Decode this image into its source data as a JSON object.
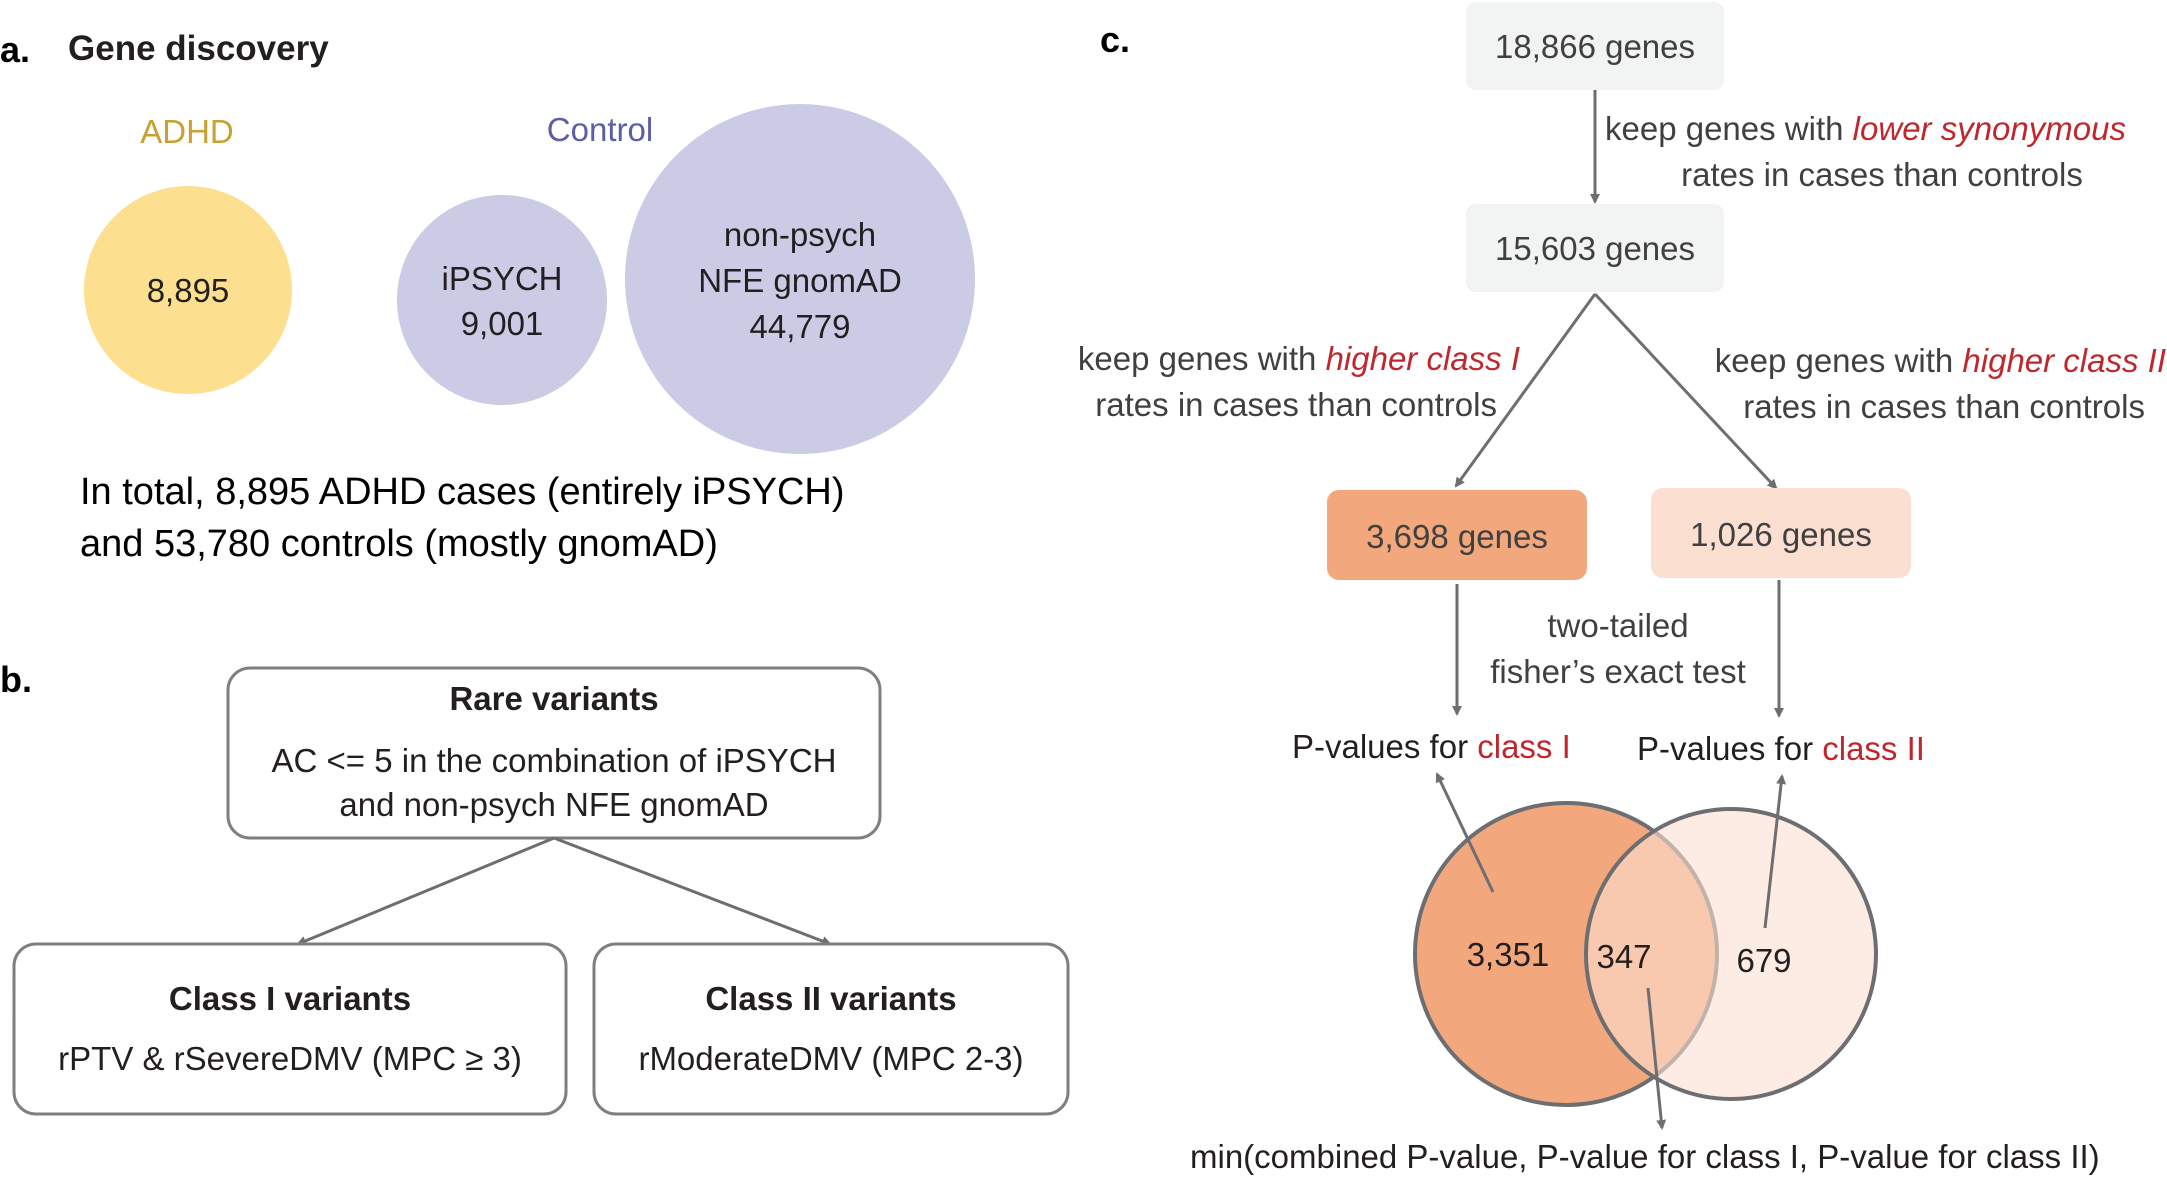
{
  "colors": {
    "adhd_circle": "#fce08f",
    "adhd_label": "#c9a033",
    "control_circle": "#cccbe6",
    "control_label": "#5b5ea8",
    "orange_strong": "#f2a87c",
    "orange_light": "#fbe0d1",
    "box_gray": "#f2f3f3",
    "accent_red": "#c0272d",
    "arrow_gray": "#6d6e71"
  },
  "panel_a": {
    "letter": "a.",
    "title": "Gene discovery",
    "adhd_label": "ADHD",
    "adhd_count": "8,895",
    "control_label": "Control",
    "ipsych_name": "iPSYCH",
    "ipsych_count": "9,001",
    "gnomad_line1": "non-psych",
    "gnomad_line2": "NFE gnomAD",
    "gnomad_count": "44,779",
    "summary_line1": "In total, 8,895 ADHD cases (entirely iPSYCH)",
    "summary_line2": "and 53,780 controls (mostly gnomAD)"
  },
  "panel_b": {
    "letter": "b.",
    "rare_title": "Rare variants",
    "rare_line1": "AC <= 5 in the combination of iPSYCH",
    "rare_line2": "and non-psych NFE gnomAD",
    "class1_title": "Class I variants",
    "class1_desc": "rPTV & rSevereDMV (MPC ≥ 3)",
    "class2_title": "Class II variants",
    "class2_desc": "rModerateDMV (MPC 2-3)"
  },
  "panel_c": {
    "letter": "c.",
    "box_top": "18,866 genes",
    "step1_prefix": "keep genes with ",
    "step1_highlight": "lower synonymous",
    "step1_line2": "rates in cases than controls",
    "box_mid": "15,603 genes",
    "left_prefix": "keep genes with ",
    "left_highlight": "higher class I",
    "left_line2": "rates in cases than controls",
    "right_prefix": "keep genes with ",
    "right_highlight": "higher class II",
    "right_line2": "rates in cases than controls",
    "box_class1": "3,698 genes",
    "box_class2": "1,026 genes",
    "test_line1": "two-tailed",
    "test_line2": "fisher’s exact test",
    "pval1_prefix": "P-values for ",
    "pval1_class": "class I",
    "pval2_prefix": "P-values for ",
    "pval2_class": "class II",
    "venn_left_only": "3,351",
    "venn_overlap": "347",
    "venn_right_only": "679",
    "final": "min(combined P-value, P-value for class I, P-value for class II)"
  }
}
